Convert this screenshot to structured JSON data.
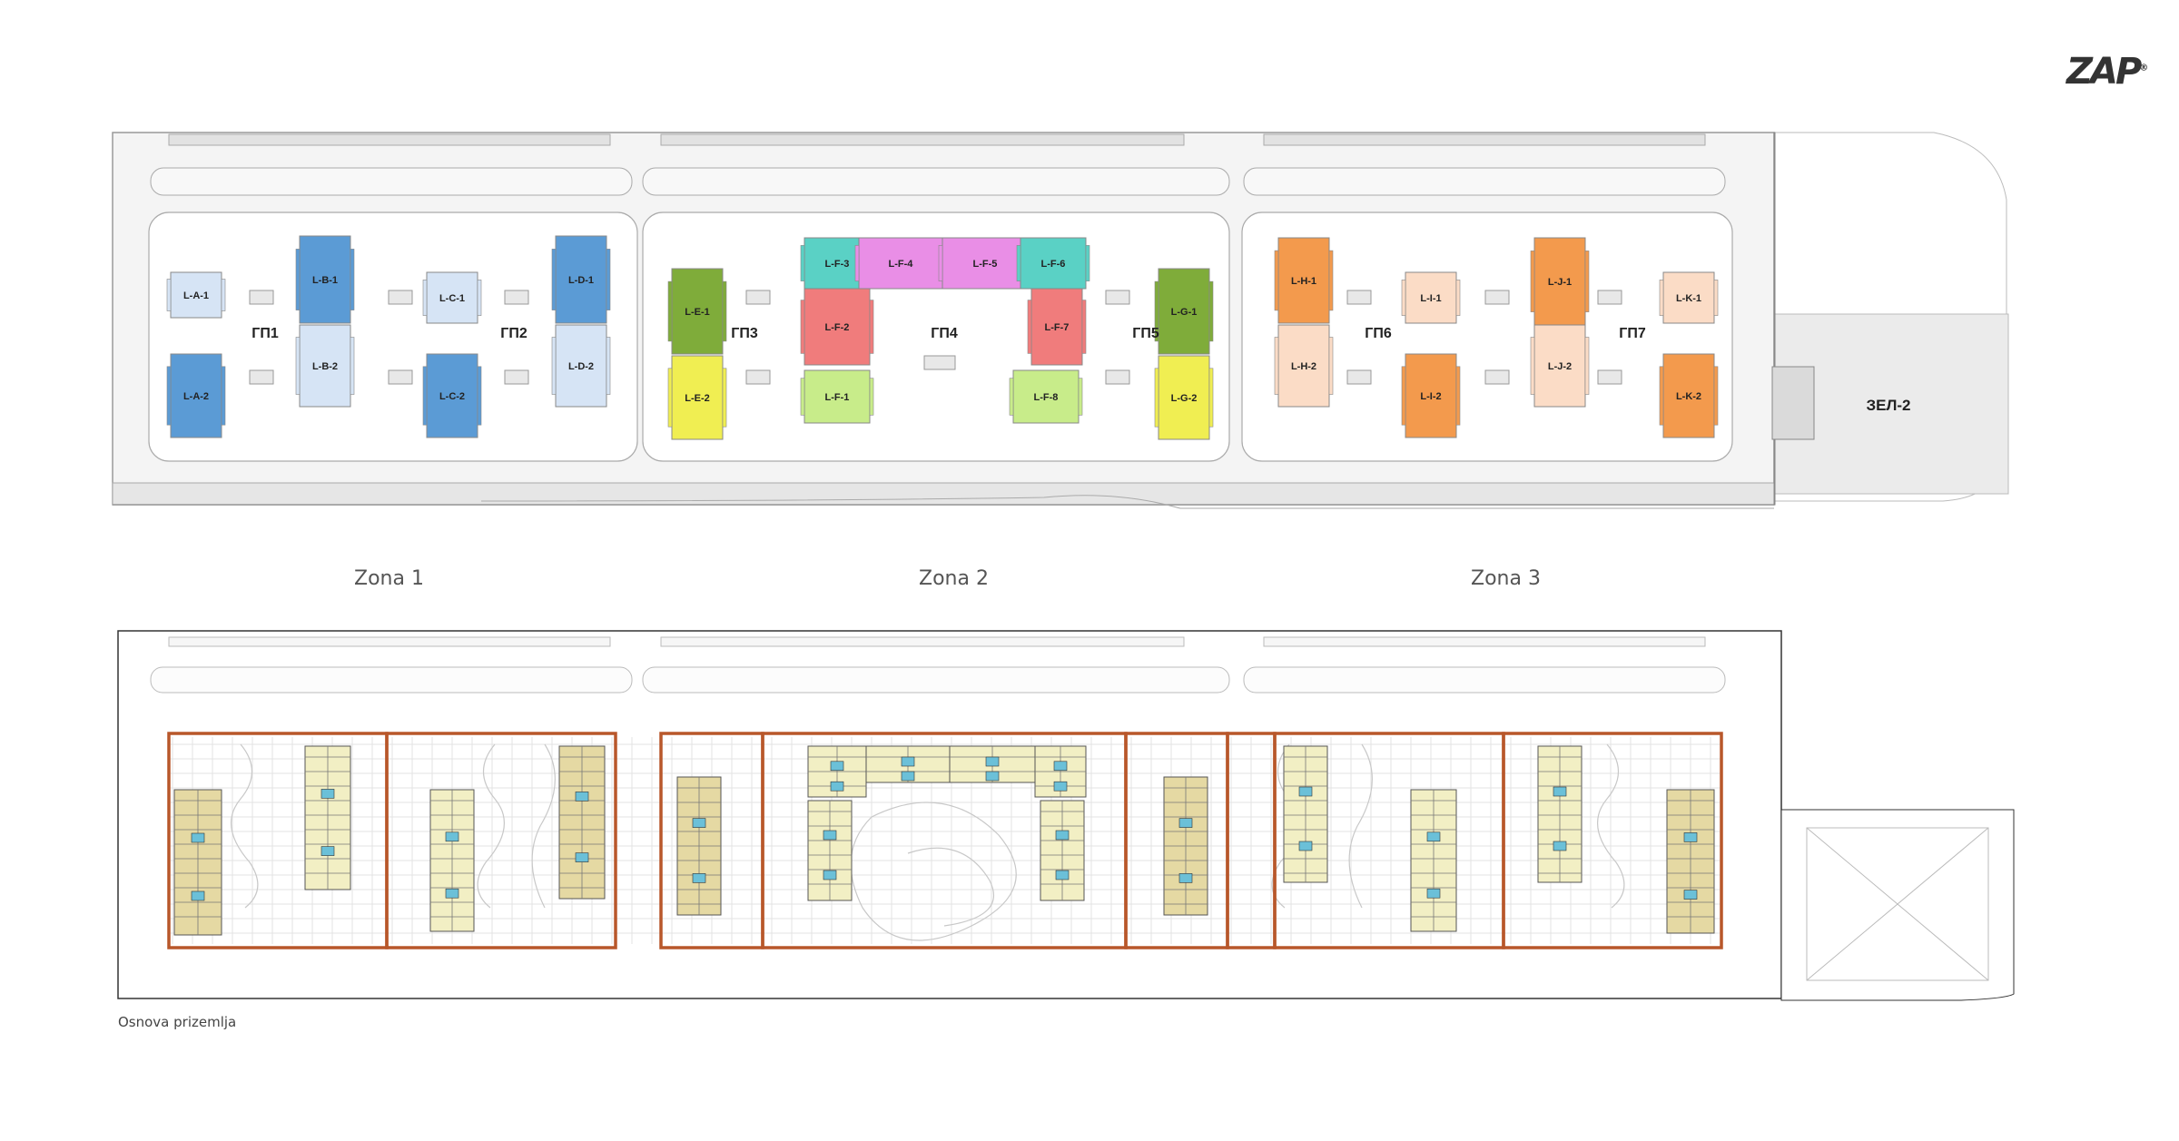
{
  "logo": {
    "text": "ZAP",
    "mark": "®"
  },
  "zones": [
    {
      "label": "Zona 1"
    },
    {
      "label": "Zona 2"
    },
    {
      "label": "Zona 3"
    }
  ],
  "caption": "Osnova prizemlja",
  "zel": "ЗЕЛ-2",
  "gp": [
    "ГП1",
    "ГП2",
    "ГП3",
    "ГП4",
    "ГП5",
    "ГП6",
    "ГП7"
  ],
  "colors": {
    "blue_dark": "#5b9bd5",
    "blue_light": "#d6e4f5",
    "green_dark": "#7fac3a",
    "yellow": "#f0ee52",
    "teal": "#5ad1c5",
    "pink": "#e98ee6",
    "red": "#f07c7c",
    "lime": "#c8ec8a",
    "orange_dark": "#f39a4d",
    "orange_light": "#fbdcc6",
    "plan_fill": "#f2efc4",
    "plan_fill_dense": "#e5d9a3",
    "zone_border": "#b8572a"
  },
  "buildings": [
    {
      "label": "L-A-1",
      "color": "blue_light"
    },
    {
      "label": "L-A-2",
      "color": "blue_dark"
    },
    {
      "label": "L-B-1",
      "color": "blue_dark"
    },
    {
      "label": "L-B-2",
      "color": "blue_light"
    },
    {
      "label": "L-C-1",
      "color": "blue_light"
    },
    {
      "label": "L-C-2",
      "color": "blue_dark"
    },
    {
      "label": "L-D-1",
      "color": "blue_dark"
    },
    {
      "label": "L-D-2",
      "color": "blue_light"
    },
    {
      "label": "L-E-1",
      "color": "green_dark"
    },
    {
      "label": "L-E-2",
      "color": "yellow"
    },
    {
      "label": "L-F-1",
      "color": "lime"
    },
    {
      "label": "L-F-2",
      "color": "red"
    },
    {
      "label": "L-F-3",
      "color": "teal"
    },
    {
      "label": "L-F-4",
      "color": "pink"
    },
    {
      "label": "L-F-5",
      "color": "pink"
    },
    {
      "label": "L-F-6",
      "color": "teal"
    },
    {
      "label": "L-F-7",
      "color": "red"
    },
    {
      "label": "L-F-8",
      "color": "lime"
    },
    {
      "label": "L-G-1",
      "color": "green_dark"
    },
    {
      "label": "L-G-2",
      "color": "yellow"
    },
    {
      "label": "L-H-1",
      "color": "orange_dark"
    },
    {
      "label": "L-H-2",
      "color": "orange_light"
    },
    {
      "label": "L-I-1",
      "color": "orange_light"
    },
    {
      "label": "L-I-2",
      "color": "orange_dark"
    },
    {
      "label": "L-J-1",
      "color": "orange_dark"
    },
    {
      "label": "L-J-2",
      "color": "orange_light"
    },
    {
      "label": "L-K-1",
      "color": "orange_light"
    },
    {
      "label": "L-K-2",
      "color": "orange_dark"
    }
  ]
}
